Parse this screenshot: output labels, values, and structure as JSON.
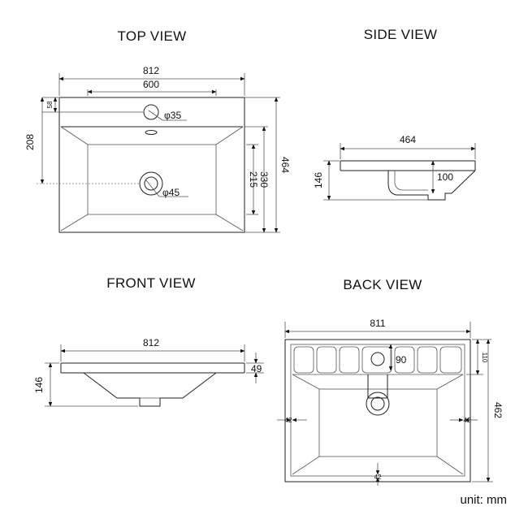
{
  "titles": {
    "top": "TOP VIEW",
    "side": "SIDE VIEW",
    "front": "FRONT VIEW",
    "back": "BACK VIEW"
  },
  "top_view": {
    "width": "812",
    "inner_width": "600",
    "small_offset": "58",
    "drain_offset": "208",
    "inner_depth": "215",
    "depth": "330",
    "total_depth": "464",
    "faucet_hole": "φ35",
    "drain_hole": "φ45"
  },
  "side_view": {
    "depth": "464",
    "height": "146",
    "bowl_depth": "100"
  },
  "front_view": {
    "width": "812",
    "rim": "49",
    "height": "146"
  },
  "back_view": {
    "width": "811",
    "height": "462",
    "rim_depth": "110",
    "hole_offset": "90",
    "left_wall": "42",
    "right_wall": "42",
    "bottom_wall": "42"
  },
  "unit_label": "unit: mm"
}
